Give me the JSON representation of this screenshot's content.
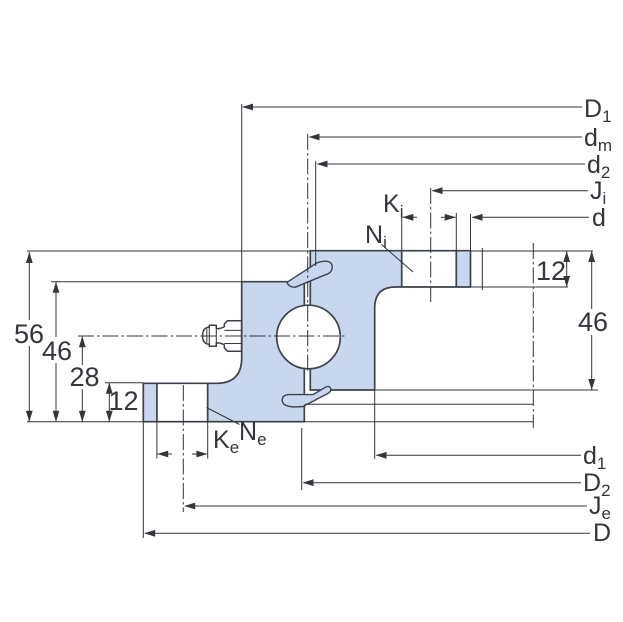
{
  "figure": {
    "kind": "bearing cross-section technical drawing",
    "colors": {
      "section_fill": "#c9d7ee",
      "outline": "#3e434b",
      "dimension_lines": "#33363b",
      "background": "#ffffff"
    }
  },
  "dims": {
    "v56": "56",
    "v46l": "46",
    "v28": "28",
    "v12l": "12",
    "v12r": "12",
    "v46r": "46"
  },
  "labels": {
    "D1": {
      "m": "D",
      "s": "1"
    },
    "dm": {
      "m": "d",
      "s": "m"
    },
    "d2": {
      "m": "d",
      "s": "2"
    },
    "Ji": {
      "m": "J",
      "s": "i"
    },
    "d": {
      "m": "d",
      "s": ""
    },
    "d1": {
      "m": "d",
      "s": "1"
    },
    "D2": {
      "m": "D",
      "s": "2"
    },
    "Je": {
      "m": "J",
      "s": "e"
    },
    "D": {
      "m": "D",
      "s": ""
    },
    "Ki": {
      "m": "K",
      "s": "i"
    },
    "Ni": {
      "m": "N",
      "s": "i"
    },
    "Ke": {
      "m": "K",
      "s": "e"
    },
    "Ne": {
      "m": "N",
      "s": "e"
    }
  }
}
